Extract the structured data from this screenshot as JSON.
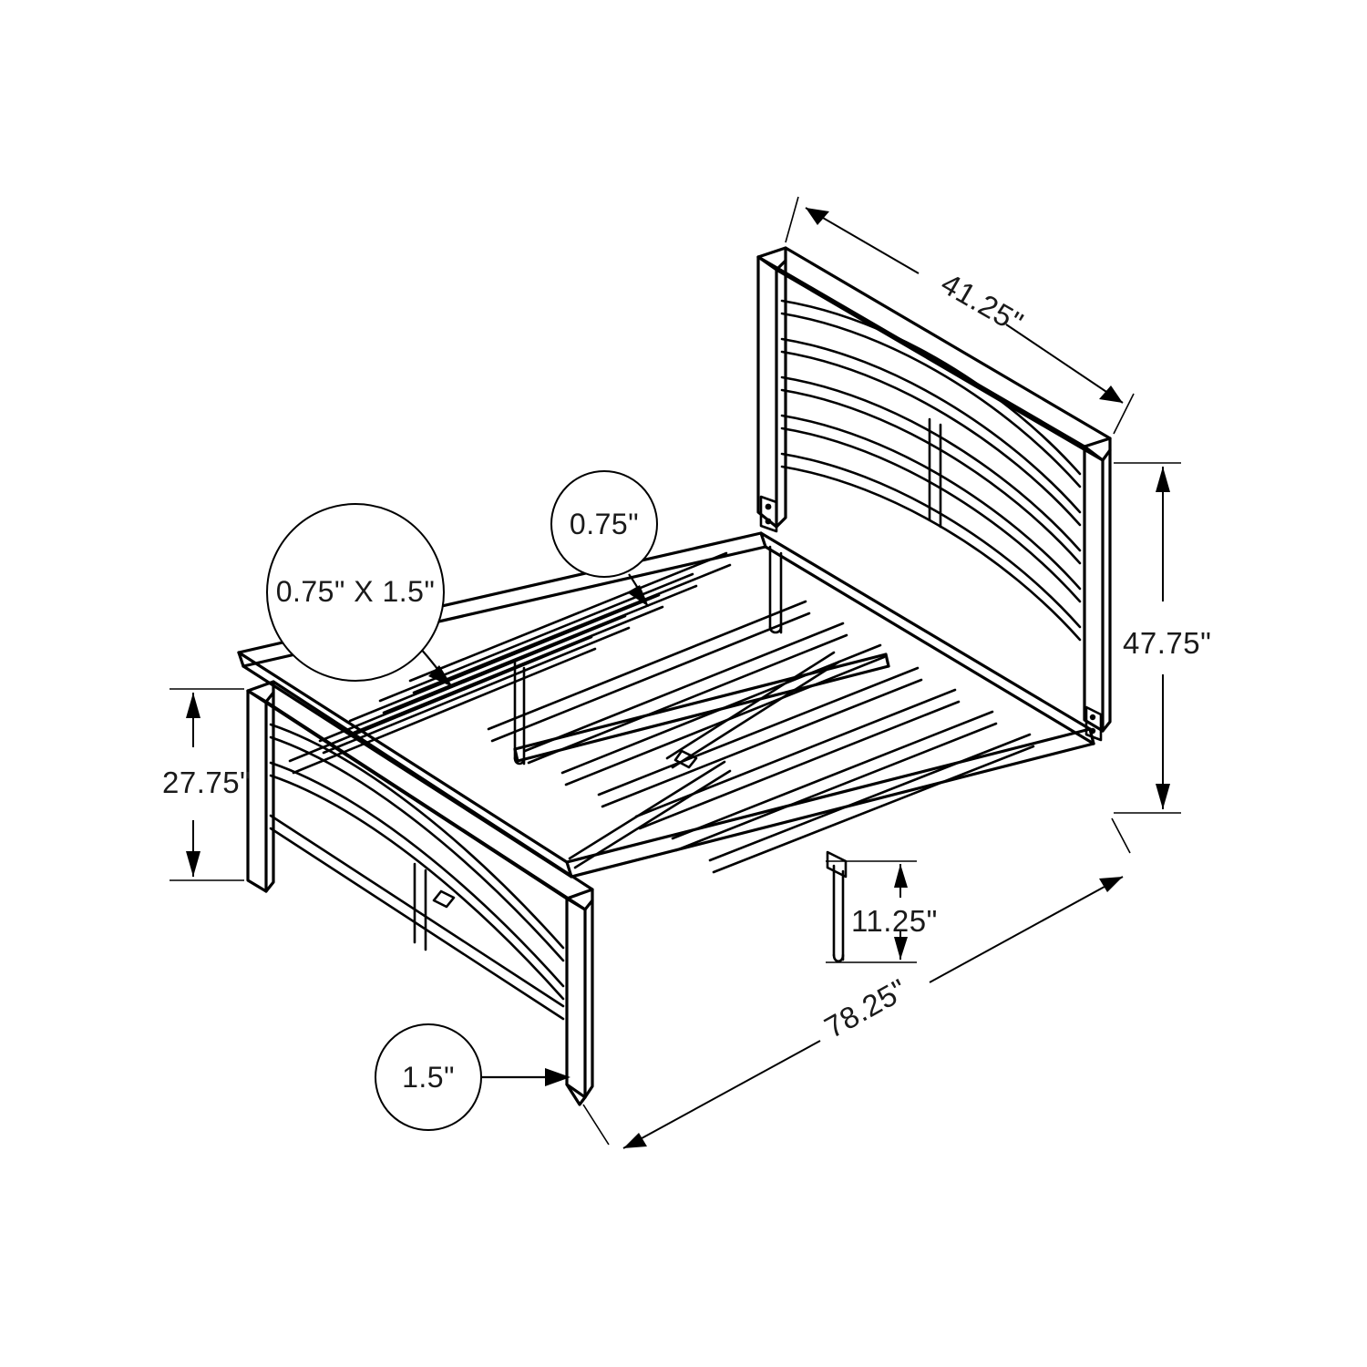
{
  "drawing": {
    "title": "Bed Frame Dimensioned Isometric Drawing",
    "background_color": "#ffffff",
    "line_color": "#000000",
    "text_color": "#1a1a1a"
  },
  "dimensions": {
    "headboard_width": "41.25\"",
    "headboard_height": "47.75\"",
    "footboard_height": "27.75\"",
    "clearance_height": "11.25\"",
    "overall_length": "78.25\""
  },
  "callouts": {
    "rail_profile": "0.75\" X 1.5\"",
    "slat_thickness": "0.75\"",
    "post_thickness": "1.5\""
  }
}
